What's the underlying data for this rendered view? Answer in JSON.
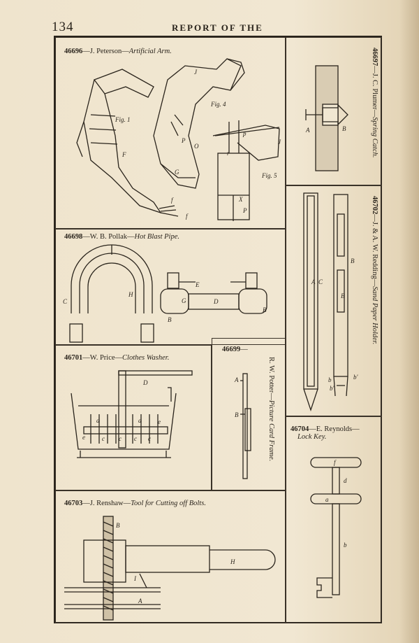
{
  "header": {
    "page_number": "134",
    "running_head": "REPORT OF THE"
  },
  "patents": [
    {
      "number": "46696",
      "sep": "—",
      "inventor": "J. Peterson—",
      "title": "Artificial Arm."
    },
    {
      "number": "46697",
      "sep": "—",
      "inventor": "J. C. Plumer—",
      "title": "Spring Catch."
    },
    {
      "number": "46698",
      "sep": "—",
      "inventor": "W. B. Pollak—",
      "title": "Hot Blast Pipe."
    },
    {
      "number": "46702",
      "sep": "—",
      "inventor": "J. & A. W. Redding—",
      "title": "Sand Paper Holder."
    },
    {
      "number": "46701",
      "sep": "—",
      "inventor": "W. Price—",
      "title": "Clothes Washer."
    },
    {
      "number": "46699",
      "sep": "—",
      "inventor": "R. W. Potter—",
      "title": "Picture Card Frame."
    },
    {
      "number": "46704",
      "sep": "—",
      "inventor": "E. Reynolds—",
      "title": "Lock Key."
    },
    {
      "number": "46703",
      "sep": "—",
      "inventor": "J. Renshaw—",
      "title": "Tool for Cutting off Bolts."
    }
  ],
  "figure_labels": {
    "arm": [
      "Fig. 1",
      "Fig. 4",
      "Fig. 5",
      "J",
      "F",
      "P",
      "O",
      "G",
      "f",
      "f",
      "p",
      "J",
      "r",
      "X",
      "P"
    ],
    "catch": [
      "A",
      "B"
    ],
    "pipe": [
      "C",
      "H",
      "E",
      "G",
      "D",
      "B",
      "B"
    ],
    "sand": [
      "A",
      "C",
      "B",
      "B",
      "b",
      "b'",
      "b'"
    ],
    "washer": [
      "D",
      "d",
      "d",
      "e",
      "e",
      "c",
      "c",
      "c",
      "c"
    ],
    "frame": [
      "A",
      "B"
    ],
    "key": [
      "f",
      "d",
      "a",
      "b"
    ],
    "bolt": [
      "B",
      "H",
      "I",
      "A"
    ]
  }
}
